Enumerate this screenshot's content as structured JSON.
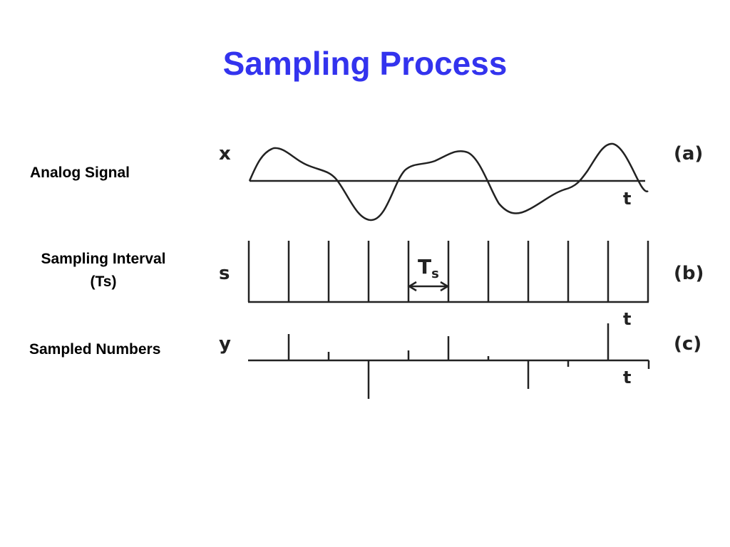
{
  "slide": {
    "title": "Sampling Process",
    "title_color": "#3333ee"
  },
  "labels": {
    "analog_signal": "Analog Signal",
    "sampling_interval": "Sampling Interval\n(Ts)",
    "sampled_numbers": "Sampled Numbers"
  },
  "figure": {
    "panel_a": {
      "axis_var": "x",
      "time_var": "t",
      "tag": "(a)"
    },
    "panel_b": {
      "axis_var": "s",
      "time_var": "t",
      "tag": "(b)",
      "interval_symbol": "T",
      "interval_subscript": "s"
    },
    "panel_c": {
      "axis_var": "y",
      "time_var": "t",
      "tag": "(c)"
    }
  }
}
